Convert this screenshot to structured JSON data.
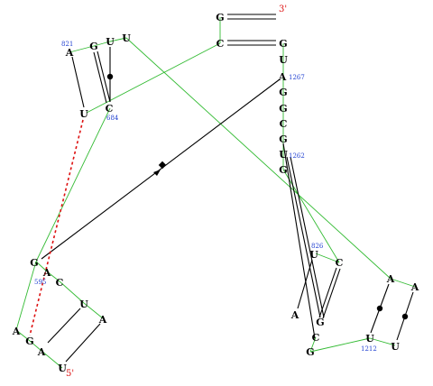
{
  "nucleotides": [
    {
      "id": "G_top",
      "letter": "G"
    },
    {
      "id": "C_top",
      "letter": "C"
    },
    {
      "id": "G_r1",
      "letter": "G"
    },
    {
      "id": "U_r2",
      "letter": "U"
    },
    {
      "id": "A_1267",
      "letter": "A"
    },
    {
      "id": "G_r4",
      "letter": "G"
    },
    {
      "id": "G_r5",
      "letter": "G"
    },
    {
      "id": "C_r6",
      "letter": "C"
    },
    {
      "id": "G_r7",
      "letter": "G"
    },
    {
      "id": "U_1262",
      "letter": "U"
    },
    {
      "id": "G_r9",
      "letter": "G"
    },
    {
      "id": "A_821",
      "letter": "A"
    },
    {
      "id": "G_822",
      "letter": "G"
    },
    {
      "id": "U_823",
      "letter": "U"
    },
    {
      "id": "U_824",
      "letter": "U"
    },
    {
      "id": "U_683",
      "letter": "U"
    },
    {
      "id": "C_684",
      "letter": "C"
    },
    {
      "id": "G_595",
      "letter": "G"
    },
    {
      "id": "A_596",
      "letter": "A"
    },
    {
      "id": "C_597",
      "letter": "C"
    },
    {
      "id": "U_598",
      "letter": "U"
    },
    {
      "id": "A_599",
      "letter": "A"
    },
    {
      "id": "A_bl",
      "letter": "A"
    },
    {
      "id": "G_bl",
      "letter": "G"
    },
    {
      "id": "A_bl2",
      "letter": "A"
    },
    {
      "id": "U_5p",
      "letter": "U"
    },
    {
      "id": "U_826",
      "letter": "U"
    },
    {
      "id": "C_827",
      "letter": "C"
    },
    {
      "id": "A_m",
      "letter": "A"
    },
    {
      "id": "G_m",
      "letter": "G"
    },
    {
      "id": "C_m",
      "letter": "C"
    },
    {
      "id": "G_m2",
      "letter": "G"
    },
    {
      "id": "A_r1",
      "letter": "A"
    },
    {
      "id": "A_r2",
      "letter": "A"
    },
    {
      "id": "U_1212",
      "letter": "U"
    },
    {
      "id": "U_r3",
      "letter": "U"
    }
  ],
  "index_labels": [
    {
      "id": "lbl_821",
      "text": "821"
    },
    {
      "id": "lbl_684",
      "text": "684"
    },
    {
      "id": "lbl_1267",
      "text": "1267"
    },
    {
      "id": "lbl_1262",
      "text": "1262"
    },
    {
      "id": "lbl_826",
      "text": "826"
    },
    {
      "id": "lbl_595",
      "text": "595"
    },
    {
      "id": "lbl_1212",
      "text": "1212"
    }
  ],
  "end_labels": [
    {
      "id": "end_3p",
      "text": "3'"
    },
    {
      "id": "end_5p",
      "text": "5'"
    }
  ],
  "colors": {
    "backbone": "#33bb33",
    "pair": "#000000",
    "index": "#1f3fd1",
    "end": "#dd1111",
    "tertiary_dashed": "#dd1111"
  }
}
